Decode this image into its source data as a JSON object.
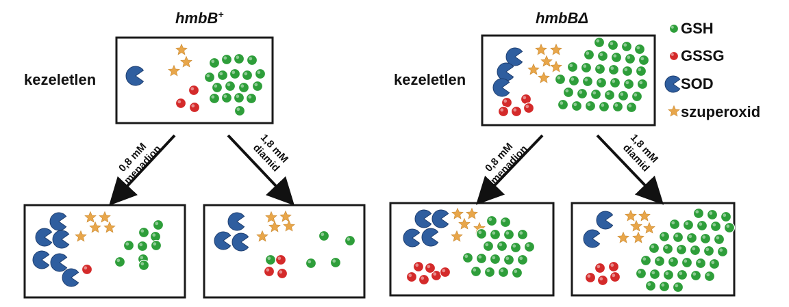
{
  "colors": {
    "gsh": "#2e9e3a",
    "gssg": "#d42a2a",
    "sod": "#2f5e9f",
    "superoxide": "#e8a64a",
    "frame": "#1a1a1a"
  },
  "legend": [
    {
      "icon": "green-dot",
      "label": "GSH"
    },
    {
      "icon": "red-dot",
      "label": "GSSG"
    },
    {
      "icon": "pacman-sod",
      "label": "SOD"
    },
    {
      "icon": "orange-star",
      "label": "szuperoxid"
    }
  ],
  "panels": {
    "wild_type": {
      "title_main": "hmbB",
      "title_sup": "+",
      "untreated_label": "kezeletlen",
      "arrow_left": [
        "0,8 mM",
        "menadion"
      ],
      "arrow_right": [
        "1,8 mM",
        "diamid"
      ]
    },
    "mutant": {
      "title_main": "hmbBΔ",
      "untreated_label": "kezeletlen",
      "arrow_left": [
        "0,8 mM",
        "menadion"
      ],
      "arrow_right": [
        "1,8 mM",
        "diamid"
      ]
    }
  }
}
